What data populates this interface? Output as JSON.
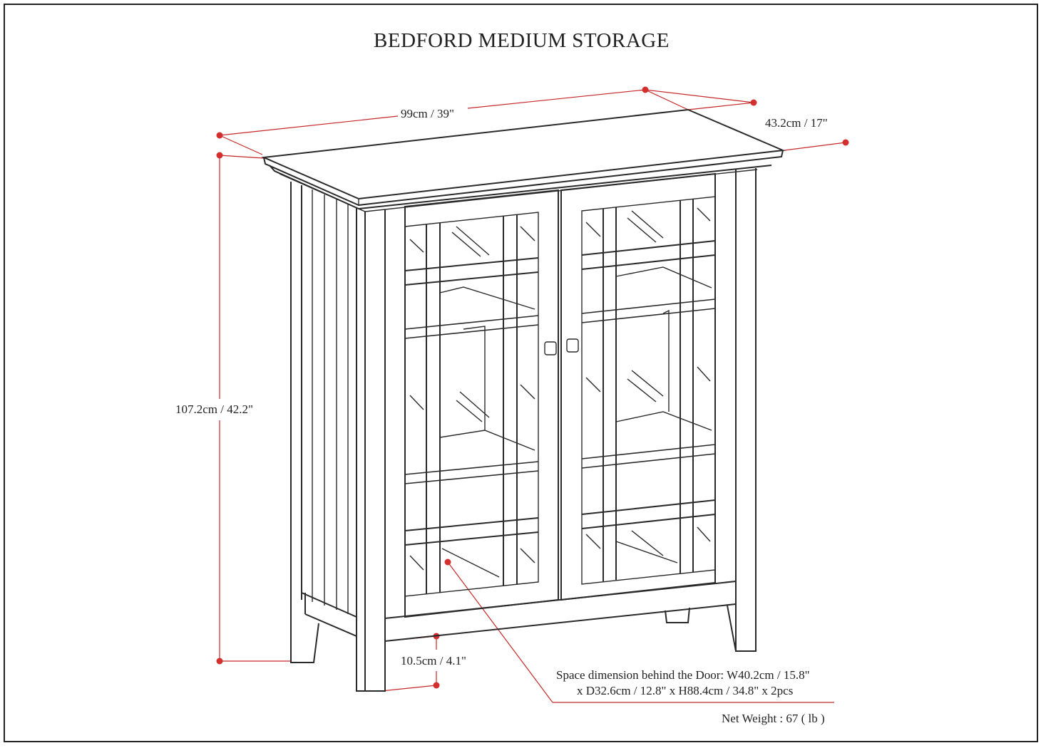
{
  "title": "BEDFORD MEDIUM STORAGE",
  "dimensions": {
    "width": "99cm / 39\"",
    "depth": "43.2cm / 17\"",
    "height": "107.2cm / 42.2\"",
    "leg_height": "10.5cm / 4.1\""
  },
  "notes": {
    "space_line1": "Space dimension behind the Door: W40.2cm / 15.8\"",
    "space_line2": "x D32.6cm / 12.8\" x H88.4cm / 34.8\" x 2pcs",
    "net_weight": "Net Weight : 67 ( lb )"
  },
  "colors": {
    "dimension_line": "#c62828",
    "drawing_line": "#2a2a2a"
  }
}
